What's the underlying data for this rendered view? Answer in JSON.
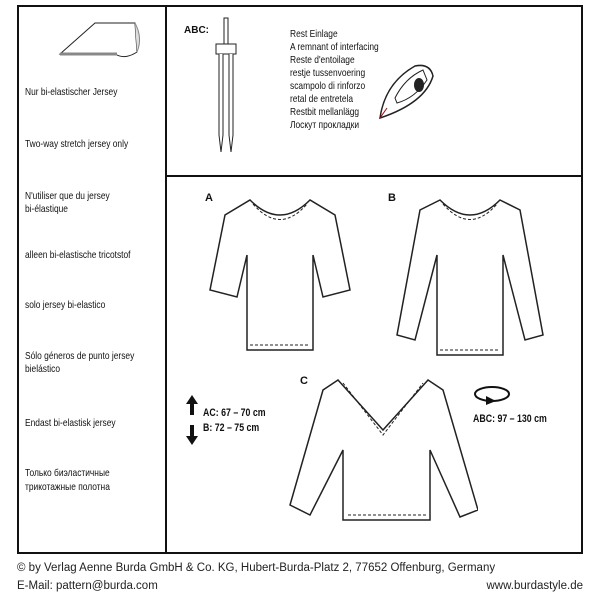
{
  "left_panel": {
    "texts": [
      "Nur bi-elastischer Jersey",
      "Two-way stretch jersey only",
      "N'utiliser que du jersey",
      "bi-élastique",
      "alleen bi-elastische tricotstof",
      "solo jersey bi-elastico",
      "Sólo géneros de punto jersey",
      "bielástico",
      "Endast bi-elastisk jersey",
      "Только биэластичные",
      "трикотажные полотна"
    ]
  },
  "notions": {
    "label": "ABC:",
    "interfacing": [
      "Rest Einlage",
      "A remnant of interfacing",
      "Reste d'entoilage",
      "restje tussenvoering",
      "scampolo di rinforzo",
      "retal de entretela",
      "Restbit mellanlägg",
      "Лоскут прокладки"
    ]
  },
  "views": {
    "a": "A",
    "b": "B",
    "c": "C"
  },
  "measurements": {
    "length_ac": "AC: 67 – 70 cm",
    "length_b": "B: 72 – 75 cm",
    "hip": "ABC: 97 – 130 cm"
  },
  "footer": {
    "copyright": "© by Verlag Aenne Burda GmbH & Co. KG, Hubert-Burda-Platz 2, 77652 Offenburg, Germany",
    "email": "E-Mail: pattern@burda.com",
    "website": "www.burdastyle.de"
  }
}
